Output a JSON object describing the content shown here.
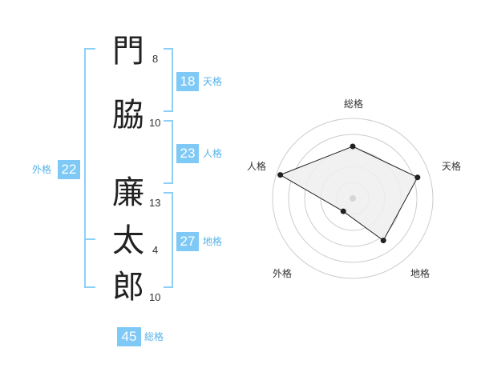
{
  "name": {
    "chars": [
      {
        "char": "門",
        "strokes": "8"
      },
      {
        "char": "脇",
        "strokes": "10"
      },
      {
        "char": "廉",
        "strokes": "13"
      },
      {
        "char": "太",
        "strokes": "4"
      },
      {
        "char": "郎",
        "strokes": "10"
      }
    ]
  },
  "fortunes": {
    "tenkaku": {
      "value": "18",
      "label": "天格"
    },
    "jinkaku": {
      "value": "23",
      "label": "人格"
    },
    "chikaku": {
      "value": "27",
      "label": "地格"
    },
    "gaikaku": {
      "value": "22",
      "label": "外格"
    },
    "soukaku": {
      "value": "45",
      "label": "総格"
    }
  },
  "radar": {
    "axes": [
      "総格",
      "天格",
      "地格",
      "外格",
      "人格"
    ],
    "scores": [
      0.65,
      0.85,
      0.65,
      0.2,
      0.95
    ],
    "colors": {
      "fill": "#eeeeee",
      "line": "#222222",
      "grid": "#cccccc",
      "accent": "#7ec9f6"
    }
  }
}
